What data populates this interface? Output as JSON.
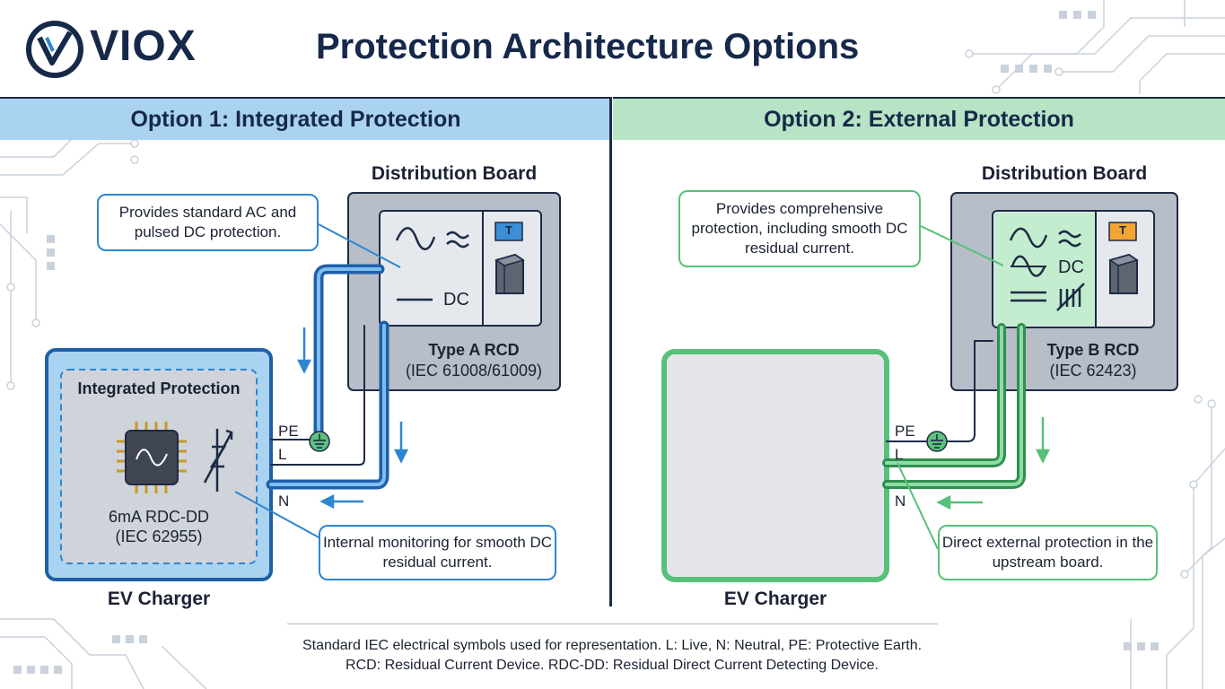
{
  "header": {
    "logo_text": "VIOX",
    "title": "Protection Architecture Options"
  },
  "option1": {
    "heading": "Option 1: Integrated Protection",
    "board_title": "Distribution Board",
    "callout_top": "Provides standard AC and pulsed DC protection.",
    "rcd_symbol_dc": "DC",
    "rcd_switch_tag": "T",
    "rcd_name": "Type A RCD",
    "rcd_standard": "(IEC 61008/61009)",
    "charger_inner_title": "Integrated Protection",
    "rdc_name": "6mA RDC-DD",
    "rdc_standard": "(IEC 62955)",
    "charger_label": "EV Charger",
    "wire_pe": "PE",
    "wire_l": "L",
    "wire_n": "N",
    "callout_bottom": "Internal monitoring for smooth DC residual current."
  },
  "option2": {
    "heading": "Option 2: External Protection",
    "board_title": "Distribution Board",
    "callout_top": "Provides comprehensive protection, including smooth DC residual current.",
    "rcd_symbol_dc": "DC",
    "rcd_switch_tag": "T",
    "rcd_name": "Type B RCD",
    "rcd_standard": "(IEC 62423)",
    "charger_label": "EV Charger",
    "wire_pe": "PE",
    "wire_l": "L",
    "wire_n": "N",
    "callout_bottom": "Direct external protection in the upstream board."
  },
  "footer": {
    "line1": "Standard IEC electrical symbols used for representation. L: Live, N: Neutral, PE: Protective Earth.",
    "line2": "RCD: Residual Current Device. RDC-DD: Residual Direct Current Detecting Device."
  },
  "colors": {
    "navy": "#17294a",
    "blue": "#2f86cf",
    "green": "#57c07a",
    "tag_blue": "#3a8fd6",
    "tag_orange": "#f2a534"
  }
}
